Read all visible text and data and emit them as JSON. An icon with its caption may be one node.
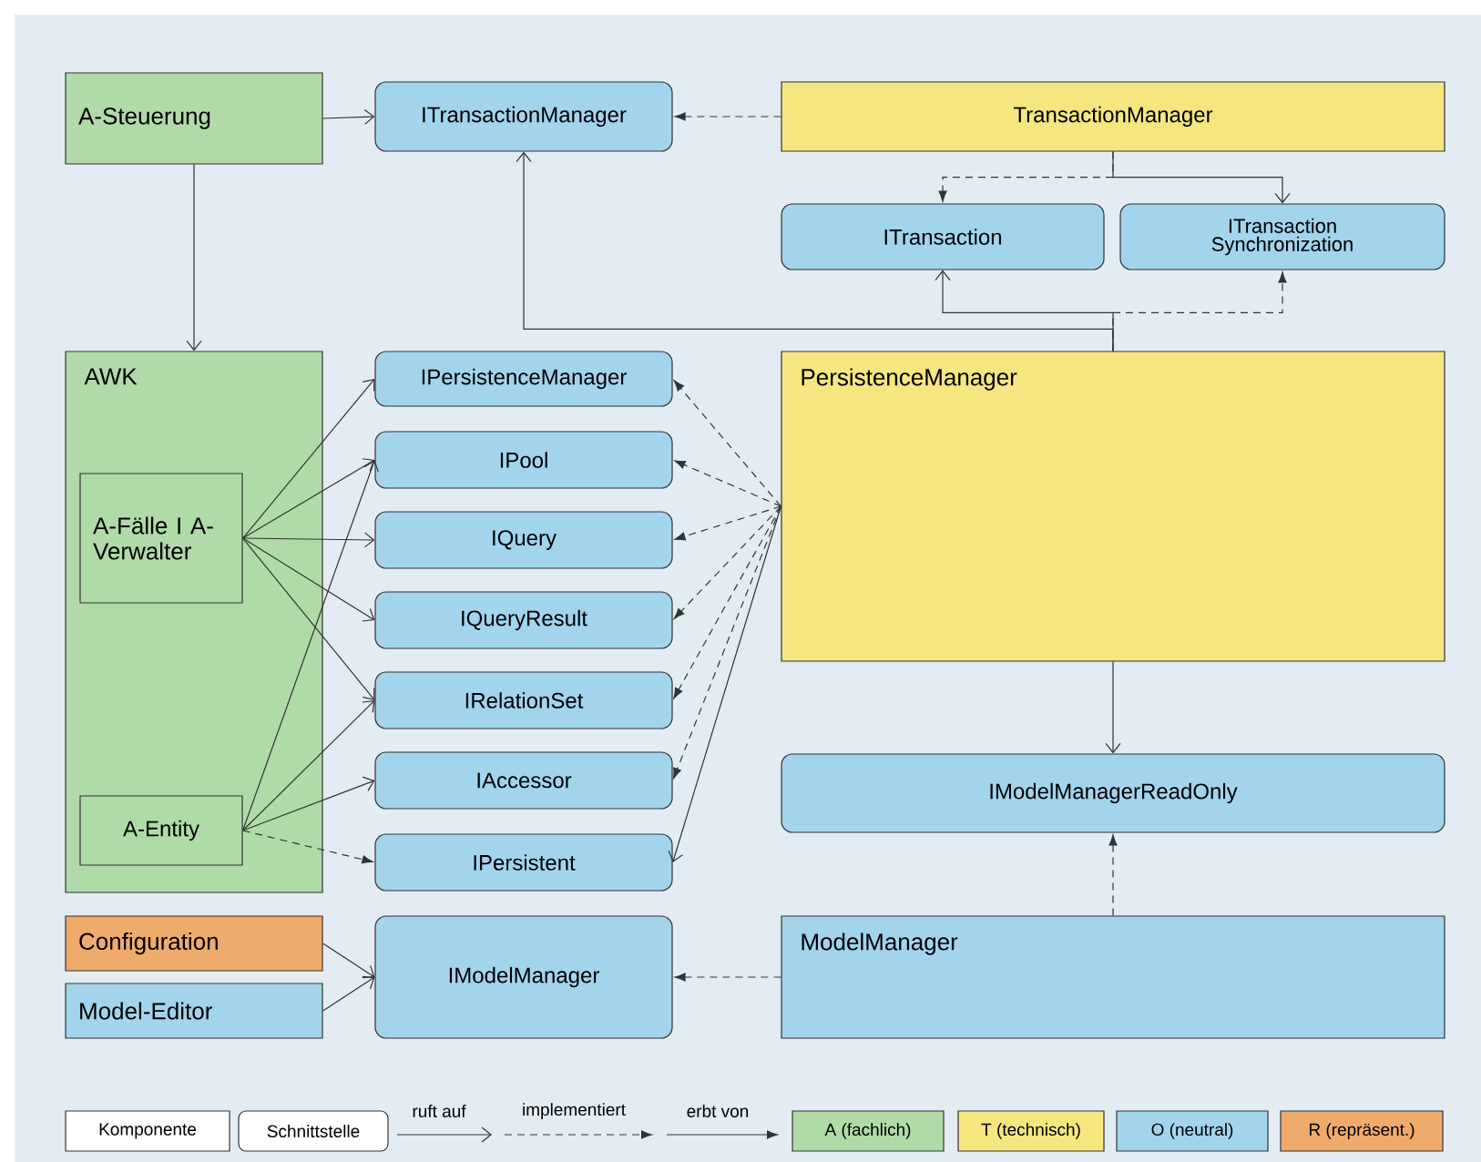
{
  "diagram": {
    "nodes": [
      {
        "text": [
          "A-Steuerung"
        ]
      },
      {
        "text": [
          "ITransactionManager"
        ]
      },
      {
        "text": [
          "TransactionManager"
        ]
      },
      {
        "text": [
          "ITransaction"
        ]
      },
      {
        "text": [
          "ITransaction Synchronization"
        ]
      },
      {
        "text": [
          "AWK"
        ]
      },
      {
        "text": [
          "A-Fälle I A-Verwalter"
        ],
        "in": 5
      },
      {
        "text": [
          "A-Entity"
        ],
        "in": 5
      },
      {
        "text": [
          "IPersistenceManager"
        ]
      },
      {
        "text": [
          "IPool"
        ]
      },
      {
        "text": [
          "IQuery"
        ]
      },
      {
        "text": [
          "IQueryResult"
        ]
      },
      {
        "text": [
          "IRelationSet"
        ]
      },
      {
        "text": [
          "IAccessor"
        ]
      },
      {
        "text": [
          "IPersistent"
        ]
      },
      {
        "text": [
          "PersistenceManager"
        ]
      },
      {
        "text": [
          "IModelManagerReadOnly"
        ]
      },
      {
        "text": [
          "Configuration"
        ]
      },
      {
        "text": [
          "Model-Editor"
        ]
      },
      {
        "text": [
          "IModelManager"
        ]
      },
      {
        "text": [
          "ModelManager"
        ]
      }
    ],
    "edges": [
      {
        "from": 0,
        "to": 1,
        "arrow": "to"
      },
      {
        "from": 0,
        "to": 5,
        "arrow": "to"
      },
      {
        "from": 2,
        "to": 1,
        "arrow": "to",
        "style": "dashed"
      },
      {
        "from": 2,
        "to": 3,
        "arrow": "to",
        "style": "dashed"
      },
      {
        "from": 2,
        "to": 4,
        "arrow": "to"
      },
      {
        "from": 15,
        "to": 1,
        "arrow": "to"
      },
      {
        "from": 15,
        "to": 3,
        "arrow": "to"
      },
      {
        "from": 15,
        "to": 4,
        "arrow": "to",
        "style": "dashed"
      },
      {
        "from": 6,
        "to": 8,
        "arrow": "to"
      },
      {
        "from": 6,
        "to": 9,
        "arrow": "to"
      },
      {
        "from": 6,
        "to": 10,
        "arrow": "to"
      },
      {
        "from": 6,
        "to": 11,
        "arrow": "to"
      },
      {
        "from": 6,
        "to": 12,
        "arrow": "to"
      },
      {
        "from": 7,
        "to": 9,
        "arrow": "to"
      },
      {
        "from": 7,
        "to": 12,
        "arrow": "to"
      },
      {
        "from": 7,
        "to": 13,
        "arrow": "to"
      },
      {
        "from": 7,
        "to": 14,
        "arrow": "to",
        "style": "dashed"
      },
      {
        "from": 15,
        "to": 8,
        "arrow": "to",
        "style": "dashed"
      },
      {
        "from": 15,
        "to": 9,
        "arrow": "to",
        "style": "dashed"
      },
      {
        "from": 15,
        "to": 10,
        "arrow": "to",
        "style": "dashed"
      },
      {
        "from": 15,
        "to": 11,
        "arrow": "to",
        "style": "dashed"
      },
      {
        "from": 15,
        "to": 12,
        "arrow": "to",
        "style": "dashed"
      },
      {
        "from": 15,
        "to": 13,
        "arrow": "to",
        "style": "dashed"
      },
      {
        "from": 15,
        "to": 14,
        "arrow": "to"
      },
      {
        "from": 15,
        "to": 16,
        "arrow": "to"
      },
      {
        "from": 20,
        "to": 16,
        "arrow": "to",
        "style": "dashed"
      },
      {
        "from": 20,
        "to": 19,
        "arrow": "to",
        "style": "dashed"
      },
      {
        "from": 17,
        "to": 19,
        "arrow": "to"
      },
      {
        "from": 18,
        "to": 19,
        "arrow": "to"
      }
    ],
    "legend": [
      {
        "text": "Komponente"
      },
      {
        "text": "Schnittstelle"
      },
      {
        "text": "ruft auf"
      },
      {
        "text": "implementiert"
      },
      {
        "text": "erbt von"
      },
      {
        "text": "A (fachlich)",
        "color": "#b1daa9"
      },
      {
        "text": "T (technisch)",
        "color": "#f5e680"
      },
      {
        "text": "O (neutral)",
        "color": "#a2d4ec"
      },
      {
        "text": "R (repräsent.)",
        "color": "#efab6c"
      }
    ]
  }
}
